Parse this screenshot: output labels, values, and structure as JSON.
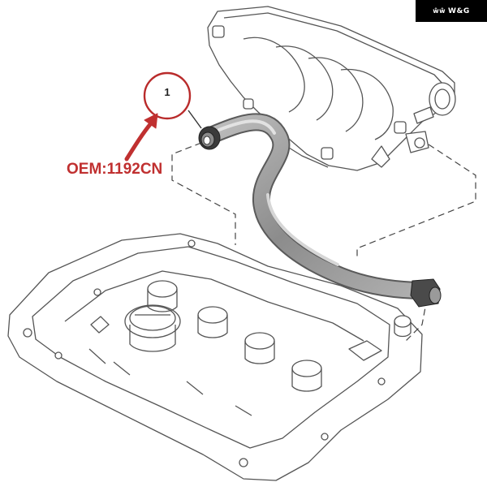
{
  "brand": {
    "name": "W&G",
    "logo_glyph": "ŵŵ",
    "background": "#000000",
    "text_color": "#ffffff"
  },
  "callout": {
    "number": "1",
    "circle_color": "#b92b2b"
  },
  "part_label": {
    "text": "OEM:1192CN",
    "color": "#c03030"
  },
  "arrow": {
    "color": "#c03030"
  },
  "illustration": {
    "line_color": "#555555",
    "fill_color": "#ffffff",
    "hose_color": "#9a9a9a",
    "parts": [
      "intake-manifold",
      "breather-hose",
      "valve-cover"
    ]
  }
}
